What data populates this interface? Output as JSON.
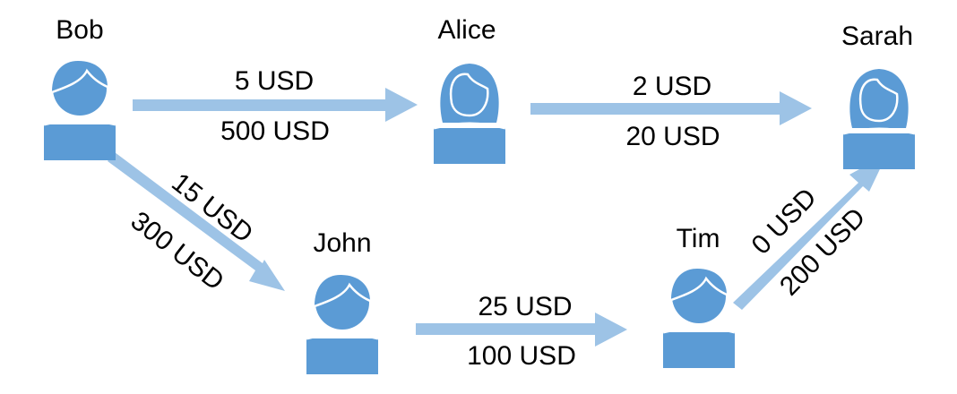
{
  "colors": {
    "icon": "#5b9bd5",
    "arrow": "#9dc3e6",
    "icon_line": "#ffffff"
  },
  "nodes": [
    {
      "id": "bob",
      "name": "Bob",
      "icon": "male-user-icon"
    },
    {
      "id": "alice",
      "name": "Alice",
      "icon": "female-user-icon"
    },
    {
      "id": "sarah",
      "name": "Sarah",
      "icon": "female-user-icon"
    },
    {
      "id": "john",
      "name": "John",
      "icon": "male-user-icon"
    },
    {
      "id": "tim",
      "name": "Tim",
      "icon": "male-user-icon"
    }
  ],
  "edges": [
    {
      "from": "bob",
      "to": "alice",
      "top_label": "5 USD",
      "bottom_label": "500 USD"
    },
    {
      "from": "alice",
      "to": "sarah",
      "top_label": "2 USD",
      "bottom_label": "20 USD"
    },
    {
      "from": "bob",
      "to": "john",
      "top_label": "15 USD",
      "bottom_label": "300 USD"
    },
    {
      "from": "john",
      "to": "tim",
      "top_label": "25 USD",
      "bottom_label": "100 USD"
    },
    {
      "from": "tim",
      "to": "sarah",
      "top_label": "0 USD",
      "bottom_label": "200 USD"
    }
  ]
}
